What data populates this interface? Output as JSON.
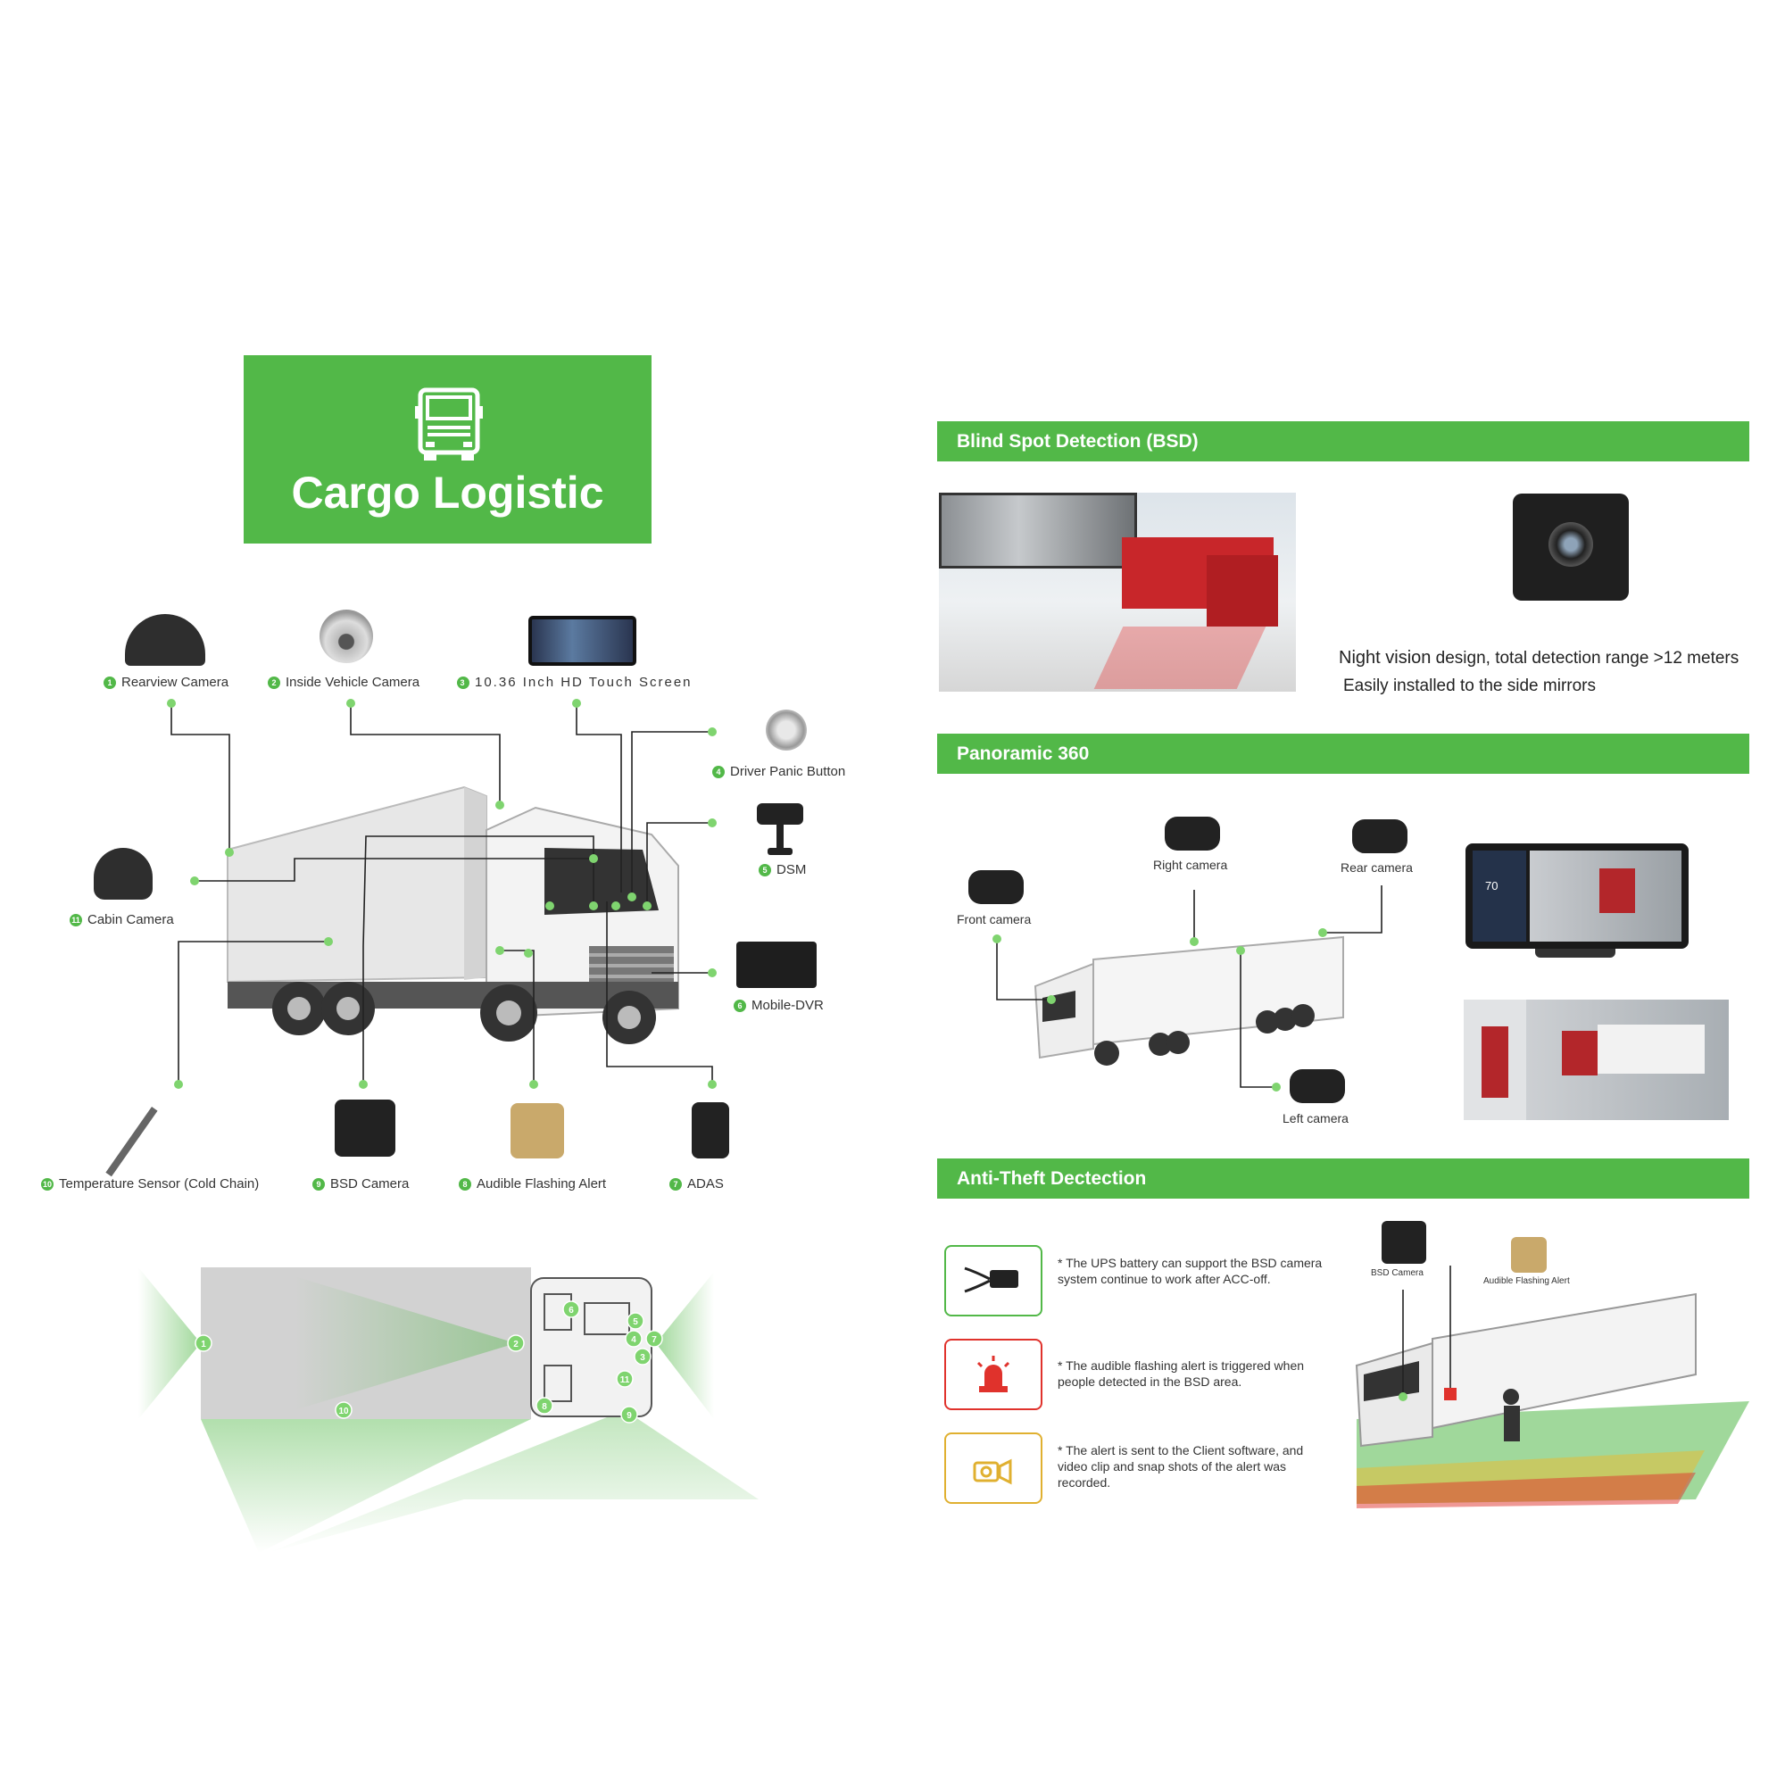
{
  "header": {
    "title": "Cargo Logistic"
  },
  "components": [
    {
      "n": "1",
      "label": "Rearview Camera"
    },
    {
      "n": "2",
      "label": "Inside Vehicle Camera"
    },
    {
      "n": "3",
      "label": "10.36 Inch HD Touch Screen"
    },
    {
      "n": "4",
      "label": "Driver Panic Button"
    },
    {
      "n": "5",
      "label": "DSM"
    },
    {
      "n": "6",
      "label": "Mobile-DVR"
    },
    {
      "n": "7",
      "label": "ADAS"
    },
    {
      "n": "8",
      "label": "Audible Flashing Alert"
    },
    {
      "n": "9",
      "label": "BSD Camera"
    },
    {
      "n": "10",
      "label": "Temperature Sensor (Cold Chain)"
    },
    {
      "n": "11",
      "label": "Cabin Camera"
    }
  ],
  "topview": {
    "markers": [
      "1",
      "2",
      "3",
      "4",
      "5",
      "6",
      "7",
      "8",
      "9",
      "10",
      "11"
    ]
  },
  "bsd": {
    "title": "Blind Spot Detection (BSD)",
    "line1_a": "Night vision",
    "line1_b": " design, total detection range >12 meters",
    "line2": "Easily installed to the side mirrors"
  },
  "panoramic": {
    "title": "Panoramic 360",
    "front": "Front camera",
    "right": "Right camera",
    "rear": "Rear camera",
    "left": "Left camera",
    "screen_speed": "70"
  },
  "antitheft": {
    "title": "Anti-Theft Dectection",
    "items": [
      {
        "text": "* The UPS battery can support the BSD camera system continue to work after ACC-off.",
        "icon": "battery-cable-icon",
        "color": "#52b848"
      },
      {
        "text": "* The audible flashing alert is triggered when people detected in the BSD area.",
        "icon": "siren-icon",
        "color": "#e0322c"
      },
      {
        "text": "* The alert is sent to the Client software, and video clip and snap shots of the alert was recorded.",
        "icon": "camera-icon",
        "color": "#e0b030"
      }
    ],
    "bsd_camera": "BSD Camera",
    "audible_alert": "Audible Flashing Alert"
  },
  "colors": {
    "brand_green": "#52b848"
  }
}
